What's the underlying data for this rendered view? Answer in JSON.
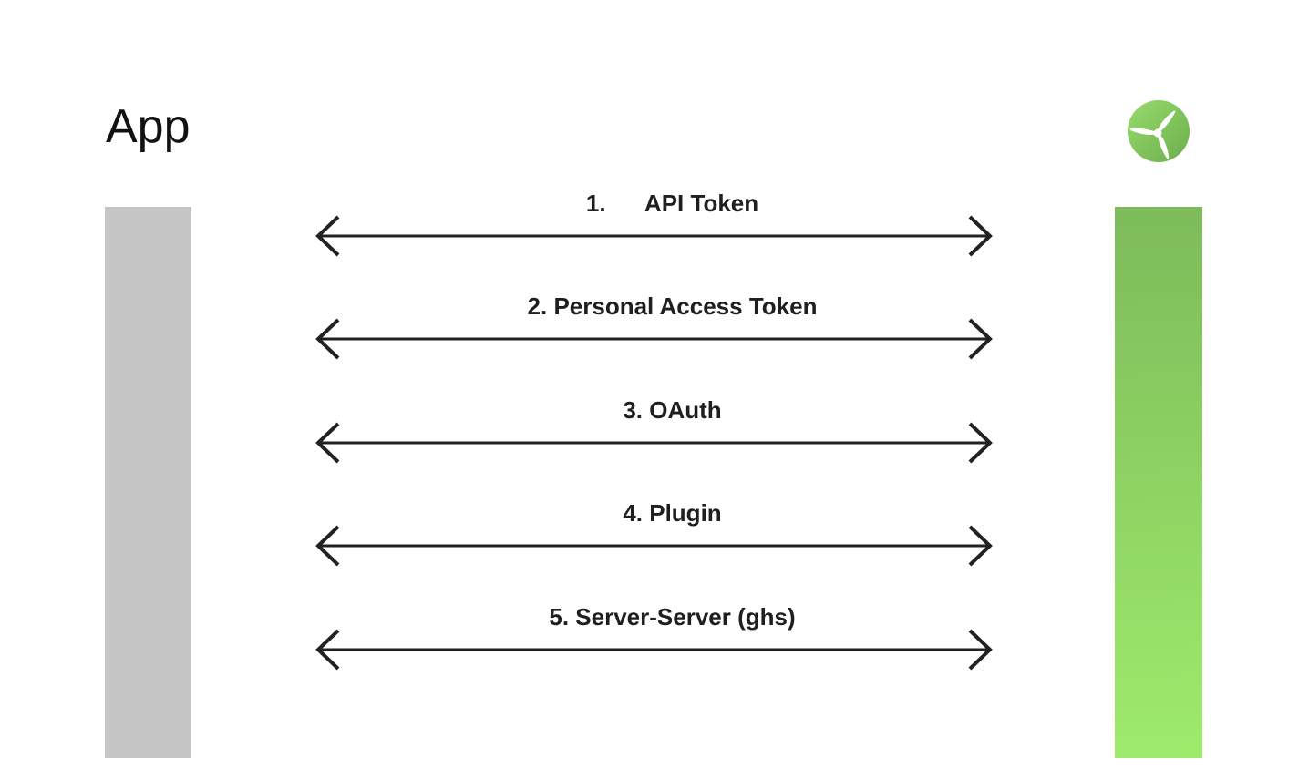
{
  "app": {
    "title": "App"
  },
  "logo": {
    "icon": "turbine-icon",
    "circle_gradient_top": "#97dc6e",
    "circle_gradient_bottom": "#6cad4a",
    "blade_color": "#ffffff"
  },
  "colors": {
    "background": "#ffffff",
    "arrow": "#222222",
    "label_text": "#1f1f1f",
    "gray_bar": "#c5c5c5",
    "green_bar_top": "#7dbb5a",
    "green_bar_bottom": "#9eeb6c"
  },
  "connections": [
    {
      "label": "1.      API Token"
    },
    {
      "label": "2. Personal Access Token"
    },
    {
      "label": "3. OAuth"
    },
    {
      "label": "4. Plugin"
    },
    {
      "label": "5. Server-Server (ghs)"
    }
  ]
}
